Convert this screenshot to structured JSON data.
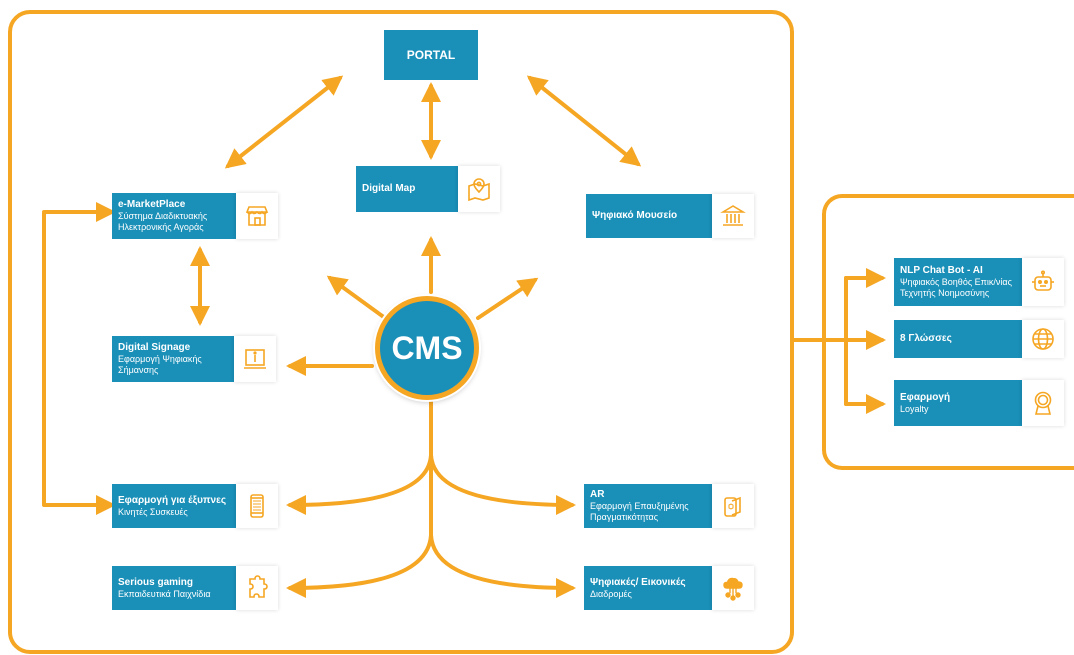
{
  "colors": {
    "accent": "#f5a623",
    "node": "#1a8fb8"
  },
  "center": {
    "label": "CMS"
  },
  "portal": {
    "label": "PORTAL"
  },
  "nodes": {
    "marketplace": {
      "title": "e-MarketPlace",
      "sub1": "Σύστημα Διαδικτυακής",
      "sub2": "Ηλεκτρονικής Αγοράς",
      "icon": "store-icon"
    },
    "digital_map": {
      "title": "Digital Map",
      "icon": "map-pin-icon"
    },
    "museum": {
      "title": "Ψηφιακό Μουσείο",
      "icon": "museum-icon"
    },
    "signage": {
      "title": "Digital Signage",
      "sub1": "Εφαρμογή Ψηφιακής",
      "sub2": "Σήμανσης",
      "icon": "info-screen-icon"
    },
    "mobile": {
      "title": "Εφαρμογή για έξυπνες",
      "sub1": "Κινητές Συσκευές",
      "icon": "smartphone-icon"
    },
    "ar": {
      "title": "AR",
      "sub1": "Εφαρμογή Επαυξημένης",
      "sub2": "Πραγματικότητας",
      "icon": "ar-phone-icon"
    },
    "gaming": {
      "title": "Serious gaming",
      "sub1": "Εκπαιδευτικά Παιχνίδια",
      "icon": "puzzle-icon"
    },
    "routes": {
      "title": "Ψηφιακές/ Εικονικές",
      "sub1": "Διαδρομές",
      "icon": "cloud-network-icon"
    },
    "chatbot": {
      "title": "NLP Chat Bot - AI",
      "sub1": "Ψηφιακός Βοηθός Επικ/νίας",
      "sub2": "Τεχνητής Νοημοσύνης",
      "icon": "robot-icon"
    },
    "languages": {
      "title": "8 Γλώσσες",
      "icon": "globe-icon"
    },
    "loyalty": {
      "title": "Εφαρμογή",
      "sub1": "Loyalty",
      "icon": "loyalty-badge-icon"
    }
  }
}
